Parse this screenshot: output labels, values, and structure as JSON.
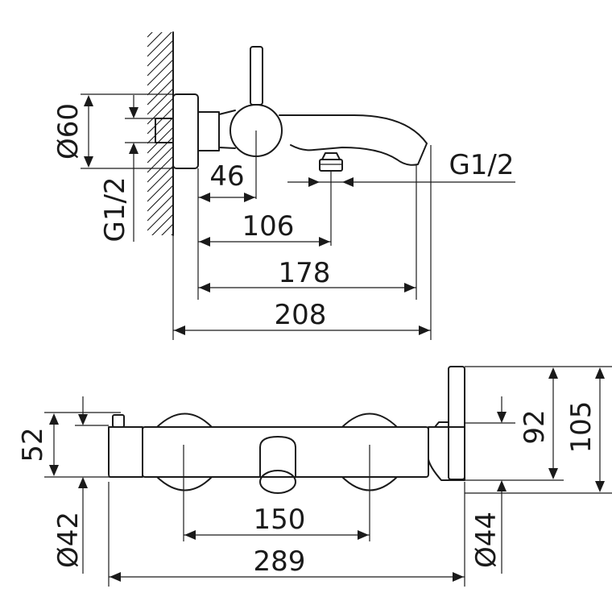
{
  "side_view": {
    "dim_diameter_flange": "Ø60",
    "dim_thread_left": "G1/2",
    "dim_thread_right": "G1/2",
    "dim_46": "46",
    "dim_106": "106",
    "dim_178": "178",
    "dim_208": "208"
  },
  "top_view": {
    "dim_52": "52",
    "dim_diameter_42": "Ø42",
    "dim_150": "150",
    "dim_289": "289",
    "dim_92": "92",
    "dim_105": "105",
    "dim_diameter_44": "Ø44"
  }
}
